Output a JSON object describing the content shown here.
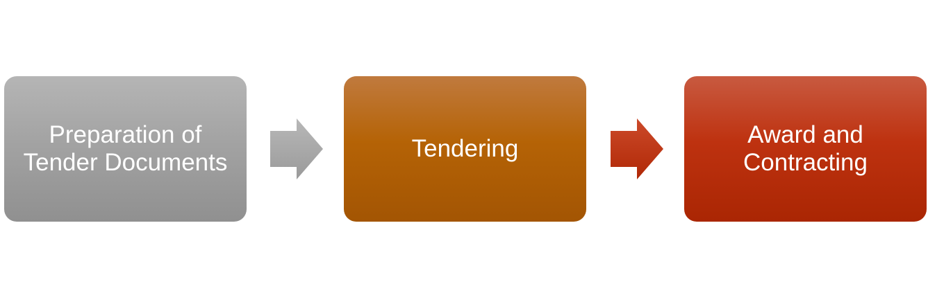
{
  "steps": [
    {
      "label": "Preparation of\nTender Documents",
      "color": "#a3a3a3"
    },
    {
      "label": "Tendering",
      "color": "#b56306"
    },
    {
      "label": "Award and\nContracting",
      "color": "#be3210"
    }
  ],
  "arrows": [
    {
      "icon": "arrow-right-icon",
      "color": "#a8a8a8"
    },
    {
      "icon": "arrow-right-icon",
      "color": "#bf2f0b"
    }
  ]
}
